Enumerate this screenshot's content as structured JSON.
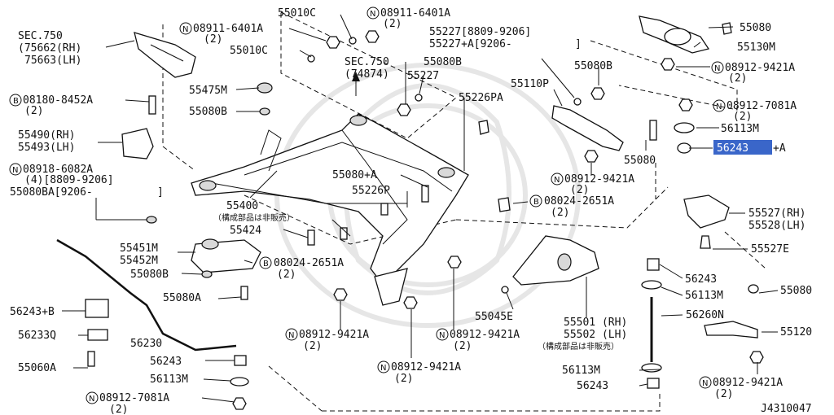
{
  "diagram_id": "J4310047",
  "notes": {
    "not_sold_separately": "（構成部品は非販売）"
  },
  "labels": {
    "sec750_a": "SEC.750",
    "sec750_a_rh": "(75662(RH)",
    "sec750_a_lh": "75663(LH)",
    "sec750_b": "SEC.750",
    "sec750_b_num": "(74874)",
    "p55010c_1": "55010C",
    "p55010c_2": "55010C",
    "n0891164_1": "08911-6401A",
    "n0891164_1q": "(2)",
    "n0891164_2": "08911-6401A",
    "n0891164_2q": "(2)",
    "b0818084": "08180-8452A",
    "b0818084q": "(2)",
    "p55475m": "55475M",
    "p55080b_1": "55080B",
    "p55080b_2": "55080B",
    "p55080b_3": "55080B",
    "p55080b_4": "55080B",
    "p55490": "55490(RH)",
    "p55493": "55493(LH)",
    "n0891860": "08918-6082A",
    "n0891860q": "(4)[8809-9206]",
    "p55080ba": "55080BA[9206-",
    "p55080ba_end": "]",
    "p55400": "55400",
    "p55424": "55424",
    "p55451m": "55451M",
    "p55452m": "55452M",
    "b0802426_1": "08024-2651A",
    "b0802426_1q": "(2)",
    "b0802426_2": "08024-2651A",
    "b0802426_2q": "(2)",
    "p55080a_1": "55080A",
    "p55080a_2": "55080+A",
    "p55227_a": "55227[8809-9206]",
    "p55227_b": "55227+A[9206-",
    "p55227_b_end": "]",
    "p55227": "55227",
    "p55110p": "55110P",
    "p55226pa": "55226PA",
    "p55226p": "55226P",
    "p55080_1": "55080",
    "p55080_2": "55080",
    "p55080_3": "55080",
    "p55130m": "55130M",
    "n0891294_1": "08912-9421A",
    "n0891294_1q": "(2)",
    "n0891294_2": "08912-9421A",
    "n0891294_2q": "(2)",
    "n0891294_3": "08912-9421A",
    "n0891294_3q": "(2)",
    "n0891294_4": "08912-9421A",
    "n0891294_4q": "(2)",
    "n0891294_5": "08912-9421A",
    "n0891294_5q": "(2)",
    "n0891294_6": "08912-9421A",
    "n0891294_6q": "(2)",
    "n0891270_1": "08912-7081A",
    "n0891270_1q": "(2)",
    "n0891270_2": "08912-7081A",
    "n0891270_2q": "(2)",
    "p56113m_1": "56113M",
    "p56113m_2": "56113M",
    "p56113m_3": "56113M",
    "p56113m_4": "56113M",
    "p56243_hl": "56243",
    "p56243_hl_suffix": "+A",
    "p56243_1": "56243",
    "p56243_2": "56243",
    "p56243_3": "56243",
    "p56243b": "56243+B",
    "p55527": "55527(RH)",
    "p55528": "55528(LH)",
    "p55527e": "55527E",
    "p56233q": "56233Q",
    "p56230": "56230",
    "p55060a": "55060A",
    "p55045e": "55045E",
    "p55501": "55501 (RH)",
    "p55502": "55502 (LH)",
    "p56260n": "56260N",
    "p55120": "55120"
  },
  "circle_letters": {
    "n": "N",
    "b": "B"
  },
  "highlight_color": "#3a66c9"
}
